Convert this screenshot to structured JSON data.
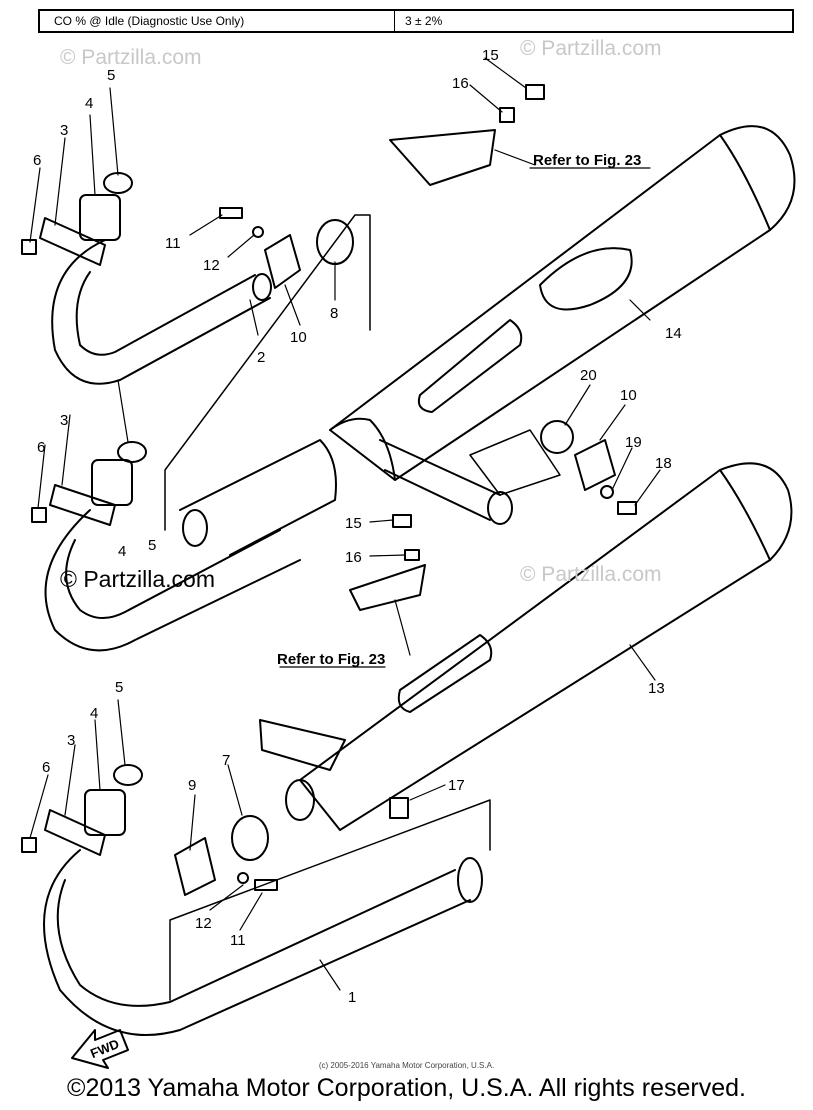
{
  "spec_table": {
    "label": "CO % @ Idle (Diagnostic Use Only)",
    "value": "3 ± 2%"
  },
  "watermarks": {
    "text": "© Partzilla.com"
  },
  "callouts": {
    "c1": "1",
    "c2": "2",
    "c3a": "3",
    "c3b": "3",
    "c3c": "3",
    "c4a": "4",
    "c4b": "4",
    "c4c": "4",
    "c5a": "5",
    "c5b": "5",
    "c5c": "5",
    "c6a": "6",
    "c6b": "6",
    "c6c": "6",
    "c7": "7",
    "c8": "8",
    "c9": "9",
    "c10a": "10",
    "c10b": "10",
    "c11a": "11",
    "c11b": "11",
    "c12a": "12",
    "c12b": "12",
    "c13": "13",
    "c14": "14",
    "c15a": "15",
    "c15b": "15",
    "c16a": "16",
    "c16b": "16",
    "c17": "17",
    "c18": "18",
    "c19": "19",
    "c20": "20"
  },
  "references": {
    "refer_top": "Refer to Fig. 23",
    "refer_mid": "Refer to Fig. 23"
  },
  "fwd_label": "FWD",
  "footer": {
    "small": "(c) 2005-2016 Yamaha Motor Corporation, U.S.A.",
    "main": "©2013 Yamaha Motor Corporation, U.S.A. All rights reserved."
  }
}
